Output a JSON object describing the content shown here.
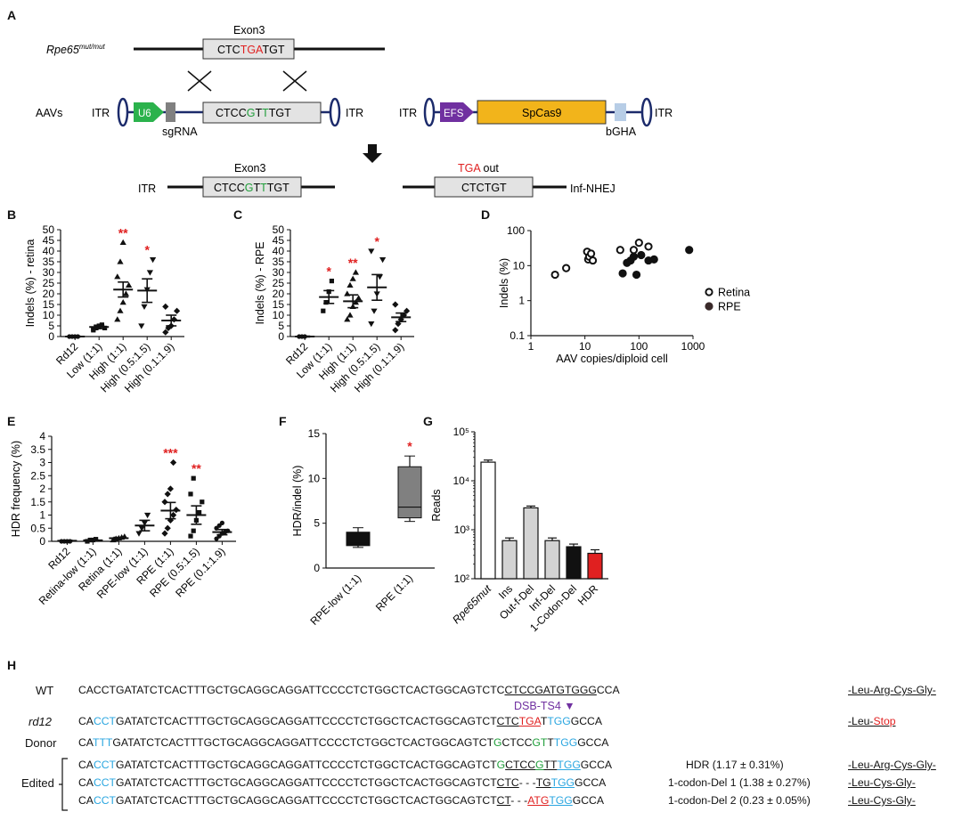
{
  "panels": {
    "A": "A",
    "B": "B",
    "C": "C",
    "D": "D",
    "E": "E",
    "F": "F",
    "G": "G",
    "H": "H"
  },
  "panelA": {
    "genotype_main": "Rpe65",
    "genotype_sup": "mut/mut",
    "exon_label": "Exon3",
    "target_seq": {
      "pre": "CTC",
      "stop": "TGA",
      "post": "TGT"
    },
    "aavs_label": "AAVs",
    "itr": "ITR",
    "u6": "U6",
    "sgrna": "sgRNA",
    "donor_seq": {
      "a": "CTCC",
      "b": "G",
      "c": "T",
      "d": "T",
      "e": "TGT"
    },
    "efs": "EFS",
    "cas9": "SpCas9",
    "bgha": "bGHA",
    "out_exon": "Exon3",
    "out_seq": {
      "a": "CTCC",
      "b": "G",
      "c": "T",
      "d": "T",
      "e": "TGT"
    },
    "tga_out": {
      "red": "TGA",
      "rest": " out"
    },
    "nhej_seq": "CTCTGT",
    "nhej_label": "Inf-NHEJ",
    "colors": {
      "green": "#2bb24c",
      "purple": "#7030a0",
      "gold": "#f2b41b",
      "blue": "#b7cde6",
      "navy": "#1c2b6b",
      "grey": "#808080",
      "red": "#e02020"
    }
  },
  "chart_data": [
    {
      "panel": "B",
      "type": "scatter",
      "ylabel": "Indels (%) - retina",
      "ylim": [
        0,
        50
      ],
      "yticks": [
        0,
        5,
        10,
        15,
        20,
        25,
        30,
        35,
        40,
        45,
        50
      ],
      "categories": [
        "Rd12",
        "Low (1:1)",
        "High (1:1)",
        "High (0.5:1.5)",
        "High (0.1:1.9)"
      ],
      "means": [
        0,
        4.5,
        22,
        21.5,
        7.5
      ],
      "sem": [
        0.2,
        0.8,
        3.5,
        5.5,
        2.5
      ],
      "points": [
        [
          0,
          0,
          0,
          0
        ],
        [
          3,
          4,
          5,
          5.5,
          4,
          3.5
        ],
        [
          8,
          12,
          16,
          20,
          24,
          28,
          35,
          44
        ],
        [
          5,
          14,
          22,
          30,
          36
        ],
        [
          2,
          4,
          5,
          8,
          12,
          14
        ]
      ],
      "significance": [
        "",
        "",
        "**",
        "*",
        ""
      ]
    },
    {
      "panel": "C",
      "type": "scatter",
      "ylabel": "Indels (%) - RPE",
      "ylim": [
        0,
        50
      ],
      "yticks": [
        0,
        5,
        10,
        15,
        20,
        25,
        30,
        35,
        40,
        45,
        50
      ],
      "categories": [
        "Rd12",
        "Low (1:1)",
        "High (1:1)",
        "High (0.5:1.5)",
        "High (0.1:1.9)"
      ],
      "means": [
        0,
        18.5,
        16.5,
        23,
        9
      ],
      "sem": [
        0.2,
        3,
        3,
        6,
        2
      ],
      "points": [
        [
          0,
          0,
          0
        ],
        [
          12,
          16,
          21,
          26
        ],
        [
          8,
          10,
          14,
          16,
          18,
          20,
          24,
          27,
          30
        ],
        [
          6,
          12,
          20,
          28,
          36,
          40
        ],
        [
          3,
          6,
          8,
          10,
          12,
          15
        ]
      ],
      "significance": [
        "",
        "*",
        "**",
        "*",
        ""
      ]
    },
    {
      "panel": "D",
      "type": "scatter",
      "xlabel": "AAV copies/diploid cell",
      "ylabel": "Indels (%)",
      "xscale": "log",
      "yscale": "log",
      "xlim": [
        1,
        1000
      ],
      "ylim": [
        0.1,
        100
      ],
      "xticks": [
        "1",
        "10",
        "100",
        "1000"
      ],
      "yticks": [
        "0.1",
        "1",
        "10",
        "100"
      ],
      "series": [
        {
          "name": "Retina",
          "filled": false,
          "points": [
            [
              2.8,
              5.5
            ],
            [
              4.5,
              8.5
            ],
            [
              11,
              25
            ],
            [
              11.5,
              15
            ],
            [
              12,
              18
            ],
            [
              13,
              22
            ],
            [
              14,
              14
            ],
            [
              45,
              28
            ],
            [
              80,
              28
            ],
            [
              100,
              45
            ],
            [
              150,
              35
            ]
          ]
        },
        {
          "name": "RPE",
          "filled": true,
          "points": [
            [
              50,
              6
            ],
            [
              60,
              12
            ],
            [
              70,
              14
            ],
            [
              80,
              18
            ],
            [
              90,
              5.5
            ],
            [
              110,
              20
            ],
            [
              150,
              14
            ],
            [
              190,
              15
            ],
            [
              850,
              28
            ]
          ]
        }
      ],
      "legend_position": "right"
    },
    {
      "panel": "E",
      "type": "scatter",
      "ylabel": "HDR frequency (%)",
      "ylim": [
        0,
        4
      ],
      "yticks": [
        0,
        0.5,
        1,
        1.5,
        2,
        2.5,
        3,
        3.5,
        4
      ],
      "categories": [
        "Rd12",
        "Retina-low (1:1)",
        "Retina (1:1)",
        "RPE-low (1:1)",
        "RPE (1:1)",
        "RPE (0.5:1.5)",
        "RPE (0.1:1.9)"
      ],
      "means": [
        0.02,
        0.04,
        0.12,
        0.6,
        1.17,
        1.0,
        0.35
      ],
      "sem": [
        0.02,
        0.02,
        0.03,
        0.2,
        0.31,
        0.35,
        0.1
      ],
      "points": [
        [
          0,
          0,
          0,
          0
        ],
        [
          0,
          0.05,
          0.05,
          0.08
        ],
        [
          0.05,
          0.1,
          0.12,
          0.15,
          0.18
        ],
        [
          0.3,
          0.5,
          0.7,
          1.0
        ],
        [
          0.3,
          0.5,
          0.8,
          1.0,
          1.2,
          1.5,
          1.8,
          2.0,
          3.0
        ],
        [
          0.2,
          0.4,
          0.8,
          1.1,
          1.5,
          1.8,
          2.4
        ],
        [
          0.1,
          0.2,
          0.3,
          0.35,
          0.4,
          0.5,
          0.6,
          0.7
        ]
      ],
      "significance": [
        "",
        "",
        "",
        "",
        "***",
        "**",
        ""
      ]
    },
    {
      "panel": "F",
      "type": "box",
      "ylabel": "HDR/indel (%)",
      "ylim": [
        0,
        15
      ],
      "yticks": [
        0,
        5,
        10,
        15
      ],
      "categories": [
        "RPE-low (1:1)",
        "RPE (1:1)"
      ],
      "boxes": [
        {
          "min": 2.3,
          "q1": 2.5,
          "median": 2.8,
          "q3": 4.0,
          "max": 4.5
        },
        {
          "min": 5.2,
          "q1": 5.6,
          "median": 6.8,
          "q3": 11.3,
          "max": 12.5
        }
      ],
      "significance": [
        "",
        "*"
      ]
    },
    {
      "panel": "G",
      "type": "bar",
      "ylabel": "Reads",
      "yscale": "log",
      "ylim": [
        100,
        100000
      ],
      "yticks": [
        "10²",
        "10³",
        "10⁴",
        "10⁵"
      ],
      "categories": [
        "Rpe65mut",
        "Ins",
        "Out-f-Del",
        "Inf-Del",
        "1-Codon-Del",
        "HDR"
      ],
      "values": [
        24000,
        600,
        2800,
        600,
        450,
        330
      ],
      "errors": [
        2500,
        80,
        250,
        80,
        60,
        60
      ],
      "bar_colors": [
        "#ffffff",
        "#d3d3d3",
        "#d3d3d3",
        "#d3d3d3",
        "#111111",
        "#e02020"
      ]
    }
  ],
  "panelH": {
    "wt_label": "WT",
    "rd12_label": "rd12",
    "donor_label": "Donor",
    "edited_label": "Edited",
    "dsb": "DSB-TS4 ▼",
    "mid": "GATATCTCACTTTGCTGCAGGCAGGATTCCCCTCTGGCTCACTGGCAGTCT",
    "wt_start": "CACCT",
    "wt_end": "C",
    "wt_ul": "CTCCGATGTGGG",
    "wt_tail": "CCA",
    "rd12_start": "CA",
    "rd12_cct": "CCT",
    "rd12_ctc": "CTC",
    "rd12_tga": "TGA",
    "rd12_tg": "TG",
    "rd12_t": "T",
    "rd12_tgg": "TGG",
    "rd12_end": "GCCA",
    "donor_start": "CA",
    "donor_ttt": "TTT",
    "donor_end_1": "C",
    "donor_g": "G",
    "donor_ctc": "CTCC",
    "donor_gt": "GT",
    "donor_t": "T",
    "donor_tg": "TG",
    "donor_tgg": "TGG",
    "donor_tail": "GCCA",
    "ed1_tail": "CTCC",
    "ed1_g": "G",
    "ed1_tt": "TT",
    "ed1_tgg": "TGG",
    "ed1_end": "GCCA",
    "ed2_ctc": "CTC",
    "ed2_dash": "- - -",
    "ed2_tg": "TG",
    "ed2_tgg": "TGG",
    "ed2_end": "GCCA",
    "ed3_ct": "CT",
    "ed3_dash": "- - -",
    "ed3_atg": "ATG",
    "ed3_tgg": "TGG",
    "ed3_end": "GCCA",
    "aa_wt": "-Leu-Arg-Cys-Gly-",
    "aa_rd12_a": "-Leu-",
    "aa_rd12_b": "Stop",
    "ed1_note": "HDR (1.17 ± 0.31%)",
    "aa_ed1": "-Leu-Arg-Cys-Gly-",
    "ed2_note": "1-codon-Del 1 (1.38 ± 0.27%)",
    "aa_ed2": "-Leu-Cys-Gly-",
    "ed3_note": "1-codon-Del 2 (0.23 ± 0.05%)",
    "aa_ed3": "-Leu-Cys-Gly-"
  }
}
